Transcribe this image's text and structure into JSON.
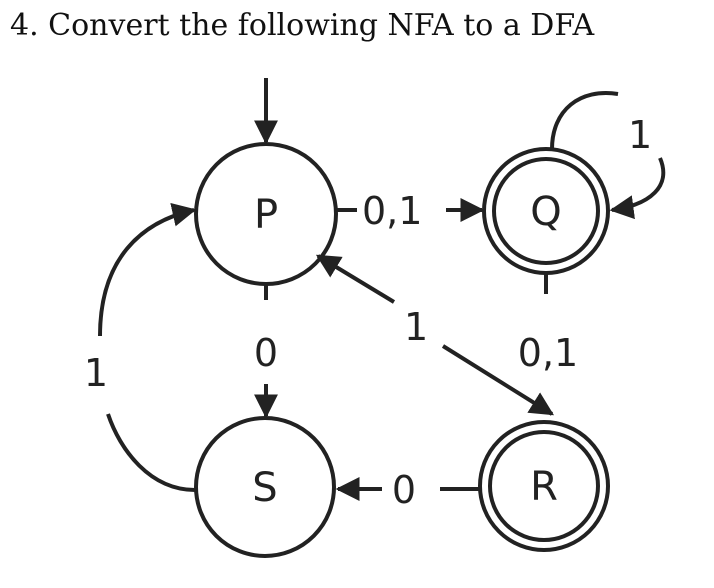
{
  "question": "4. Convert the following NFA to a DFA",
  "states": {
    "p": "P",
    "q": "Q",
    "s": "S",
    "r": "R"
  },
  "transitions": {
    "p_to_q": "0,1",
    "q_loop": "1",
    "p_to_s": "0",
    "r_to_p": "1",
    "q_to_r": "0,1",
    "r_to_s": "0",
    "s_to_p": "1"
  },
  "colors": {
    "stroke": "#222222",
    "background": "#ffffff"
  }
}
